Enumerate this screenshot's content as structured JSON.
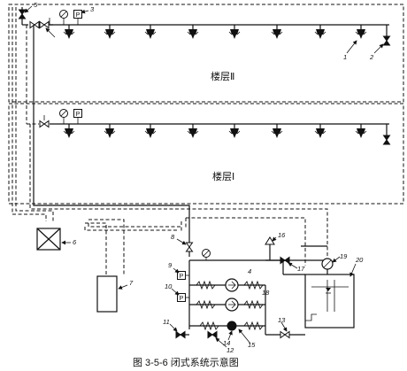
{
  "floors": {
    "upper": "楼层Ⅱ",
    "lower": "楼层Ⅰ"
  },
  "callouts": [
    "1",
    "2",
    "3",
    "4",
    "5",
    "6",
    "7",
    "8",
    "9",
    "10",
    "11",
    "12",
    "13",
    "14",
    "15",
    "16",
    "17",
    "18",
    "19",
    "20"
  ],
  "caption": "图 3-5-6  闭式系统示意图"
}
